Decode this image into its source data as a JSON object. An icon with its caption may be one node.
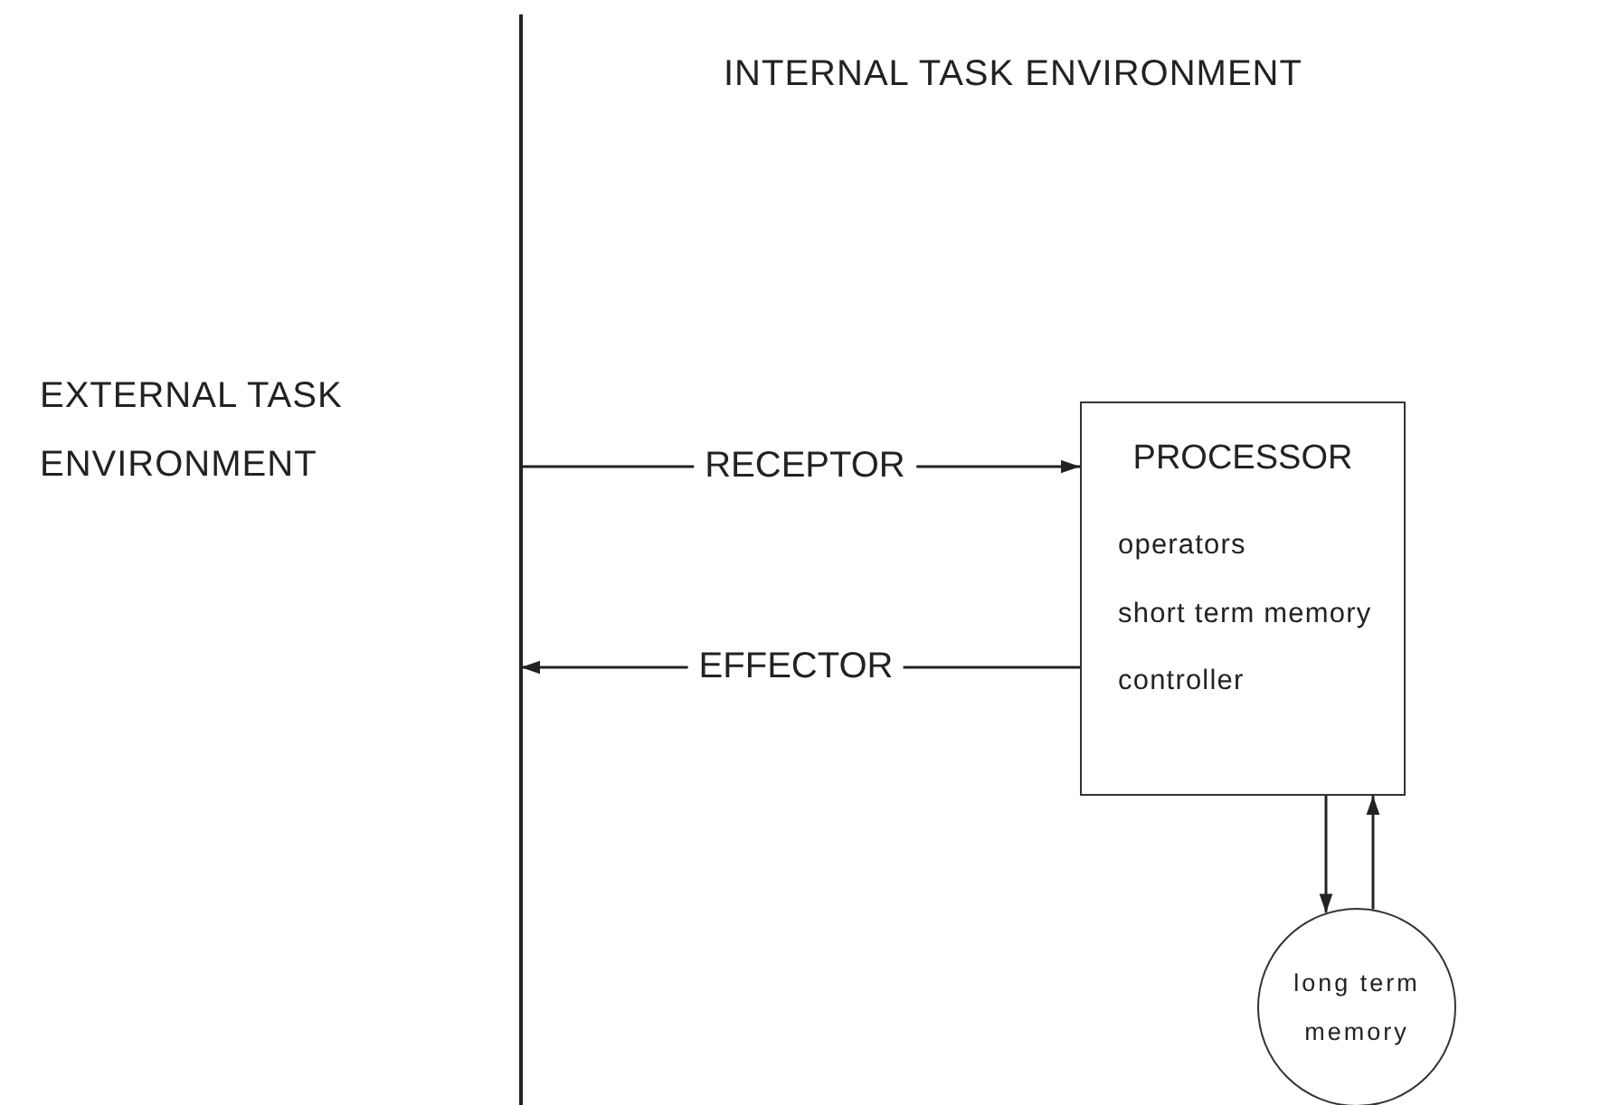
{
  "diagram": {
    "nodes": [
      {
        "text": [
          "PROCESSOR",
          "operators",
          "short term memory",
          "controller"
        ]
      },
      {
        "text": [
          "long term memory"
        ]
      }
    ],
    "edges": [
      {
        "from": null,
        "to": 0,
        "arrow": "to",
        "label": "RECEPTOR"
      },
      {
        "from": 0,
        "to": null,
        "arrow": "to",
        "label": "EFFECTOR"
      },
      {
        "from": 0,
        "to": 1,
        "arrow": "to"
      },
      {
        "from": 1,
        "to": 0,
        "arrow": "to"
      }
    ],
    "labels": [
      "INTERNAL TASK ENVIRONMENT",
      "EXTERNAL TASK ENVIRONMENT"
    ]
  }
}
